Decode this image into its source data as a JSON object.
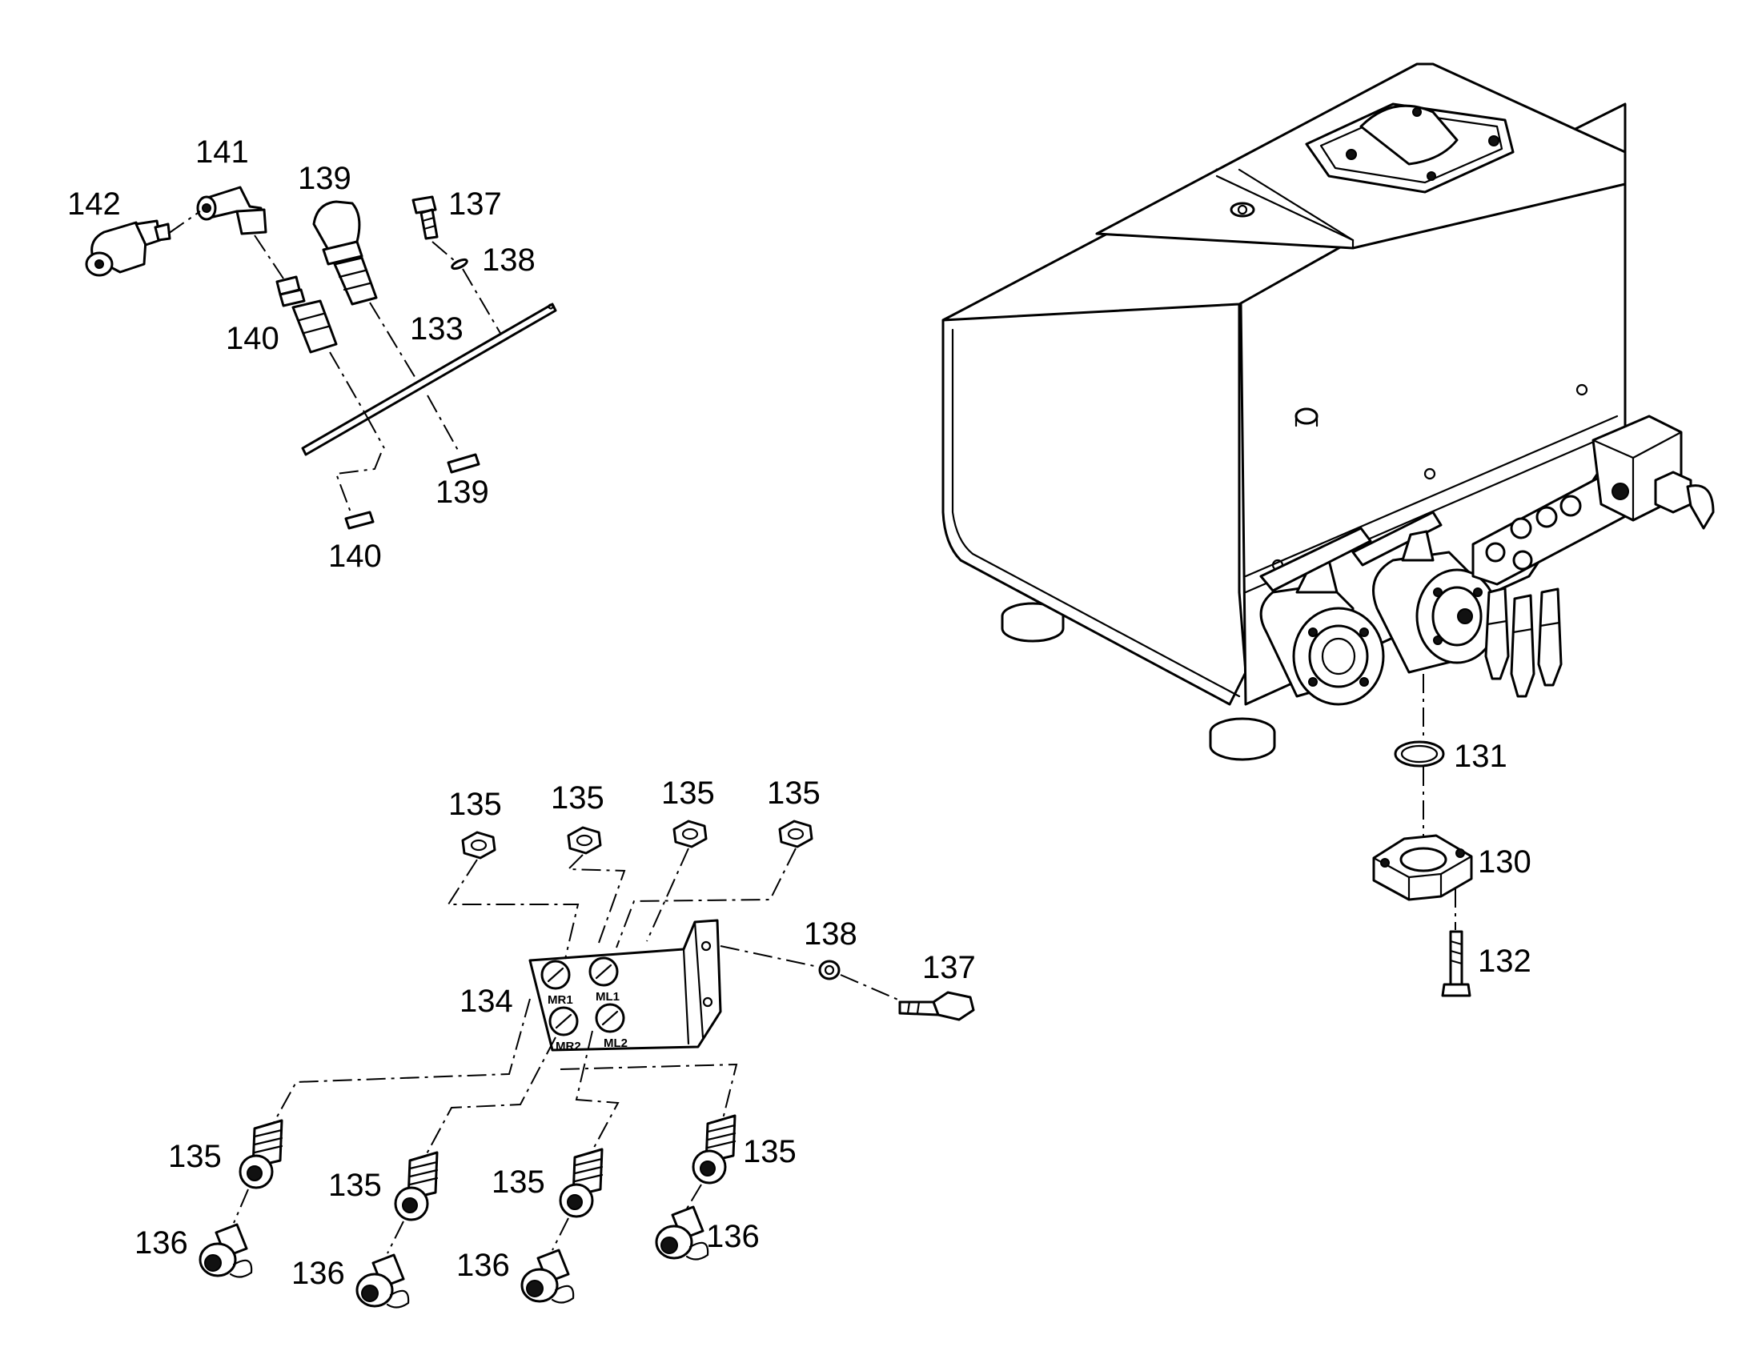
{
  "diagram": {
    "callouts": {
      "c130": "130",
      "c131": "131",
      "c132": "132",
      "c133": "133",
      "c134": "134",
      "c135_a": "135",
      "c135_b": "135",
      "c135_c": "135",
      "c135_d": "135",
      "c135_e": "135",
      "c135_f": "135",
      "c135_g": "135",
      "c135_h": "135",
      "c136_a": "136",
      "c136_b": "136",
      "c136_c": "136",
      "c136_d": "136",
      "c137_top": "137",
      "c137_mid": "137",
      "c138_top": "138",
      "c138_mid": "138",
      "c139_top": "139",
      "c139_bottom": "139",
      "c140_top": "140",
      "c140_bottom": "140",
      "c141": "141",
      "c142": "142"
    },
    "plate_labels": {
      "mr1": "MR1",
      "ml1": "ML1",
      "mr2": "MR2",
      "ml2": "ML2"
    },
    "line_color": "#000000",
    "background": "#ffffff"
  }
}
